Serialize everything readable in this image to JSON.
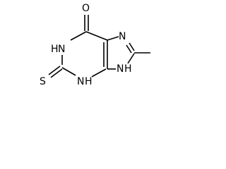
{
  "molecule": {
    "atoms": {
      "o": "O",
      "n1_h": "H",
      "n1": "N",
      "s": "S",
      "n3": "N",
      "n3_h": "H",
      "n7": "N",
      "n9": "N",
      "n9_h": "H"
    },
    "colors": {
      "bond": "#000000",
      "label": "#000000",
      "background": "#ffffff"
    }
  }
}
